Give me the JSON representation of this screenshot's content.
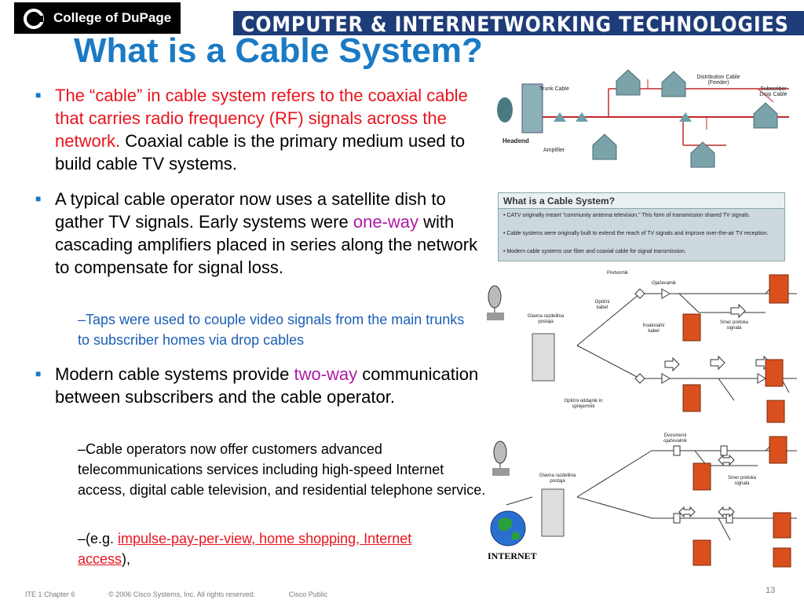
{
  "header": {
    "logo_text": "College of DuPage",
    "banner_text": "COMPUTER & INTERNETWORKING TECHNOLOGIES"
  },
  "title": "What is a Cable System?",
  "bullets": {
    "b1": {
      "red": "The “cable” in cable system refers to the coaxial cable that carries radio frequency (RF) signals across the network.",
      "rest": " Coaxial cable is the primary medium used to build cable TV systems."
    },
    "b2": {
      "pre": "A typical cable operator now uses a satellite dish to gather TV signals. Early systems were ",
      "mag": "one-way",
      "post": " with cascading amplifiers placed in series along the network to compensate for signal loss."
    },
    "b2_sub": "–Taps were used to couple video signals from the main trunks to subscriber homes via drop cables",
    "b3": {
      "pre": "Modern cable systems provide ",
      "mag": "two-way",
      "post": " communication between subscribers and the cable operator."
    },
    "b3_sub1": "–Cable operators now offer customers advanced telecommunications services including high-speed Internet access, digital cable television, and residential telephone service.",
    "b3_sub2": {
      "pre": "–(e.g. ",
      "link": "impulse-pay-per-view, home shopping, Internet access",
      "post": "),"
    }
  },
  "diagram1": {
    "labels": {
      "trunk": "Trunk Cable",
      "distribution": "Distribution Cable (Feeder)",
      "subscriber": "Subscriber Drop Cable",
      "headend": "Headend",
      "amplifier": "Amplifier"
    }
  },
  "infobox": {
    "title": "What is a Cable System?",
    "lines": [
      "• CATV originally meant \"community antenna television.\" This form of transmission shared TV signals.",
      "• Cable systems were originally built to extend the reach of TV signals and improve over-the-air TV reception.",
      "• Modern cable systems use fiber and coaxial cable for signal transmission."
    ]
  },
  "diagram2": {
    "labels": {
      "pretvornik": "Pretvornik",
      "ojacevalnik": "Ojačevalnik",
      "opticni_kabel": "Optični kabel",
      "glavna_postaja": "Glavna razdelilna postaja",
      "koaksialni": "Koaksialni kabel",
      "smer": "Smer pretoka signala",
      "oddajnik": "Optični oddajnik in sprejemnik"
    }
  },
  "diagram3": {
    "labels": {
      "dvosmerni": "Dvosmerni ojačevalnik",
      "glavna_postaja": "Glavna razdelilna postaja",
      "smer": "Smer pretoka signala",
      "internet": "INTERNET"
    }
  },
  "footer": {
    "chapter": "ITE 1 Chapter 6",
    "copyright": "© 2006 Cisco Systems, Inc. All rights reserved.",
    "classification": "Cisco Public",
    "page_number": "13"
  }
}
